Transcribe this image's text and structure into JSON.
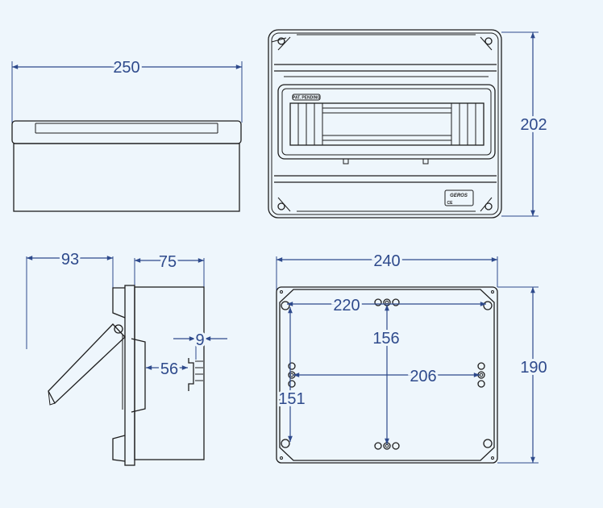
{
  "title": "Enclosure dimension drawing",
  "dimensions": {
    "top_width": "250",
    "front_height": "202",
    "door_open_depth": "93",
    "body_depth": "75",
    "rail_offset": "9",
    "rail_depth": "56",
    "base_width": "240",
    "base_height": "190",
    "hole_spacing_horizontal": "220",
    "hole_spacing_vertical_center": "156",
    "side_hole_spacing": "206",
    "hole_spacing_vertical_left": "151"
  },
  "labels": {
    "patent": "PAT. PENDING",
    "logo": "GEROS",
    "ce_mark": "CE"
  },
  "colors": {
    "background": "#eef6fc",
    "dimension": "#2e4a8c",
    "outline": "#1e1e1e"
  }
}
